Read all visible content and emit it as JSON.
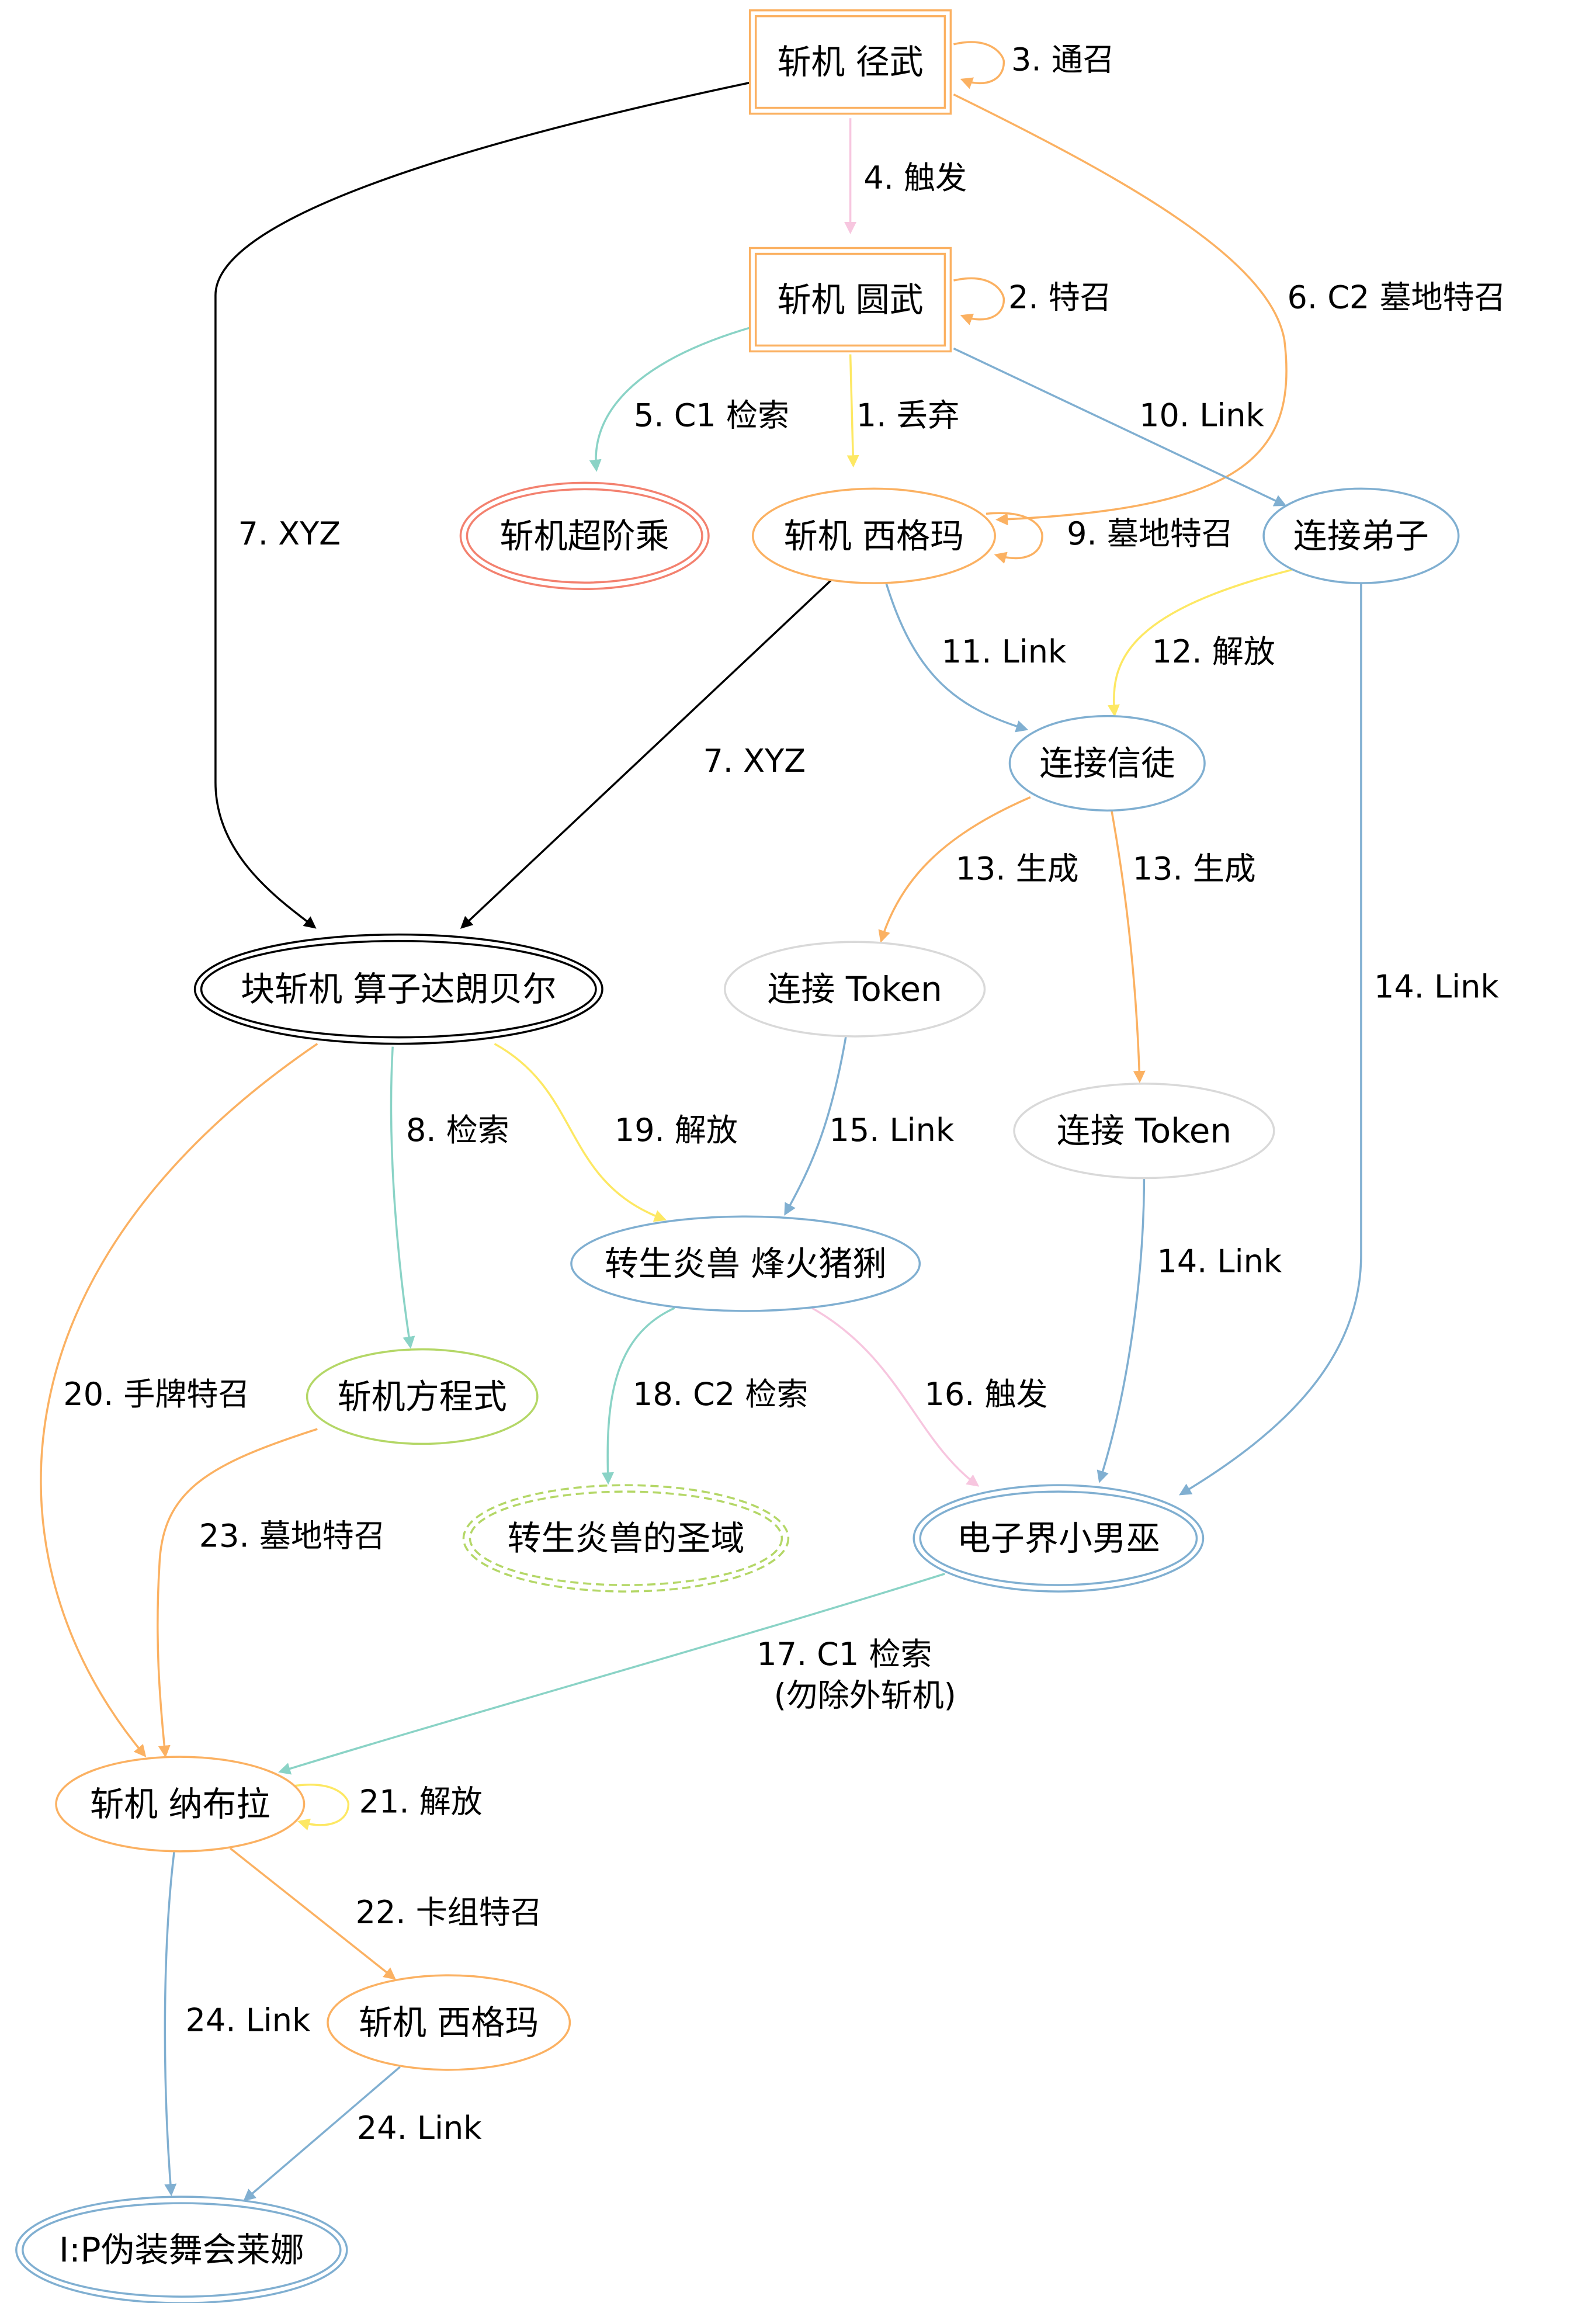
{
  "colors": {
    "orange": "#fbb162",
    "pink": "#f7c6df",
    "teal": "#8ad3c6",
    "yellow": "#fde863",
    "blue": "#80afd1",
    "red": "#f3816f",
    "black": "#000000",
    "gray": "#d9d9d9",
    "green": "#b4d767"
  },
  "nodes": {
    "n_jingwu": {
      "label": "斩机 径武",
      "shape": "double-box",
      "color": "orange"
    },
    "n_yuanwu": {
      "label": "斩机 圆武",
      "shape": "double-box",
      "color": "orange"
    },
    "n_chaojie": {
      "label": "斩机超阶乘",
      "shape": "double-ellipse",
      "color": "red"
    },
    "n_sigma1": {
      "label": "斩机 西格玛",
      "shape": "ellipse",
      "color": "orange"
    },
    "n_dizi": {
      "label": "连接弟子",
      "shape": "ellipse",
      "color": "blue"
    },
    "n_xintu": {
      "label": "连接信徒",
      "shape": "ellipse",
      "color": "blue"
    },
    "n_dalangbeier": {
      "label": "块斩机 算子达朗贝尔",
      "shape": "double-ellipse",
      "color": "black"
    },
    "n_token1": {
      "label": "连接 Token",
      "shape": "ellipse",
      "color": "gray"
    },
    "n_token2": {
      "label": "连接 Token",
      "shape": "ellipse",
      "color": "gray"
    },
    "n_zhuyu": {
      "label": "转生炎兽 烽火猪猁",
      "shape": "ellipse",
      "color": "blue"
    },
    "n_fangcheng": {
      "label": "斩机方程式",
      "shape": "ellipse",
      "color": "green"
    },
    "n_shengyu": {
      "label": "转生炎兽的圣域",
      "shape": "dashed-double-ellipse",
      "color": "green"
    },
    "n_nanwu": {
      "label": "电子界小男巫",
      "shape": "double-ellipse",
      "color": "blue"
    },
    "n_nabla": {
      "label": "斩机 纳布拉",
      "shape": "ellipse",
      "color": "orange"
    },
    "n_sigma2": {
      "label": "斩机 西格玛",
      "shape": "ellipse",
      "color": "orange"
    },
    "n_laina": {
      "label": "I:P伪装舞会莱娜",
      "shape": "double-ellipse",
      "color": "blue"
    }
  },
  "edges": [
    {
      "id": "e1",
      "from": "n_yuanwu",
      "to": "n_sigma1",
      "label": "1. 丢弃",
      "color": "yellow"
    },
    {
      "id": "e2",
      "from": "n_yuanwu",
      "to": "n_yuanwu",
      "label": "2. 特召",
      "color": "orange"
    },
    {
      "id": "e3",
      "from": "n_jingwu",
      "to": "n_jingwu",
      "label": "3. 通召",
      "color": "orange"
    },
    {
      "id": "e4",
      "from": "n_jingwu",
      "to": "n_yuanwu",
      "label": "4. 触发",
      "color": "pink"
    },
    {
      "id": "e5",
      "from": "n_yuanwu",
      "to": "n_chaojie",
      "label": "5. C1 检索",
      "color": "teal"
    },
    {
      "id": "e6",
      "from": "n_jingwu",
      "to": "n_sigma1",
      "label": "6. C2 墓地特召",
      "color": "orange"
    },
    {
      "id": "e7a",
      "from": "n_jingwu",
      "to": "n_dalangbeier",
      "label": "7. XYZ",
      "color": "black"
    },
    {
      "id": "e7b",
      "from": "n_sigma1",
      "to": "n_dalangbeier",
      "label": "7. XYZ",
      "color": "black"
    },
    {
      "id": "e8",
      "from": "n_dalangbeier",
      "to": "n_fangcheng",
      "label": "8. 检索",
      "color": "teal"
    },
    {
      "id": "e9",
      "from": "n_sigma1",
      "to": "n_sigma1",
      "label": "9. 墓地特召",
      "color": "orange"
    },
    {
      "id": "e10",
      "from": "n_yuanwu",
      "to": "n_dizi",
      "label": "10. Link",
      "color": "blue"
    },
    {
      "id": "e11",
      "from": "n_sigma1",
      "to": "n_xintu",
      "label": "11. Link",
      "color": "blue"
    },
    {
      "id": "e12",
      "from": "n_dizi",
      "to": "n_xintu",
      "label": "12. 解放",
      "color": "yellow"
    },
    {
      "id": "e13a",
      "from": "n_xintu",
      "to": "n_token1",
      "label": "13. 生成",
      "color": "orange"
    },
    {
      "id": "e13b",
      "from": "n_xintu",
      "to": "n_token2",
      "label": "13. 生成",
      "color": "orange"
    },
    {
      "id": "e14a",
      "from": "n_dizi",
      "to": "n_nanwu",
      "label": "14. Link",
      "color": "blue"
    },
    {
      "id": "e14b",
      "from": "n_token2",
      "to": "n_nanwu",
      "label": "14. Link",
      "color": "blue"
    },
    {
      "id": "e15",
      "from": "n_token1",
      "to": "n_zhuyu",
      "label": "15. Link",
      "color": "blue"
    },
    {
      "id": "e16",
      "from": "n_zhuyu",
      "to": "n_nanwu",
      "label": "16. 触发",
      "color": "pink"
    },
    {
      "id": "e17",
      "from": "n_nanwu",
      "to": "n_nabla",
      "label": "17. C1 检索",
      "label2": "(勿除外斩机)",
      "color": "teal"
    },
    {
      "id": "e18",
      "from": "n_zhuyu",
      "to": "n_shengyu",
      "label": "18. C2 检索",
      "color": "teal"
    },
    {
      "id": "e19",
      "from": "n_dalangbeier",
      "to": "n_zhuyu",
      "label": "19. 解放",
      "color": "yellow"
    },
    {
      "id": "e20",
      "from": "n_dalangbeier",
      "to": "n_nabla",
      "label": "20. 手牌特召",
      "color": "orange"
    },
    {
      "id": "e21",
      "from": "n_nabla",
      "to": "n_nabla",
      "label": "21. 解放",
      "color": "yellow"
    },
    {
      "id": "e22",
      "from": "n_nabla",
      "to": "n_sigma2",
      "label": "22. 卡组特召",
      "color": "orange"
    },
    {
      "id": "e23",
      "from": "n_fangcheng",
      "to": "n_nabla",
      "label": "23. 墓地特召",
      "color": "orange"
    },
    {
      "id": "e24a",
      "from": "n_nabla",
      "to": "n_laina",
      "label": "24. Link",
      "color": "blue"
    },
    {
      "id": "e24b",
      "from": "n_sigma2",
      "to": "n_laina",
      "label": "24. Link",
      "color": "blue"
    }
  ]
}
